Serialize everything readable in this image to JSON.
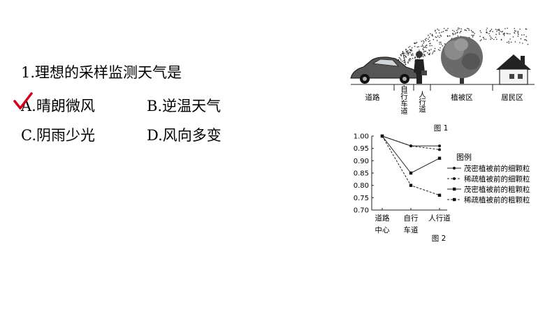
{
  "question": {
    "text": "1.理想的采样监测天气是",
    "options": {
      "A": "A.晴朗微风",
      "B": "B.逆温天气",
      "C": "C.阴雨少光",
      "D": "D.风向多变"
    },
    "marked_answer": "A"
  },
  "figure1": {
    "caption": "图 1",
    "zones": [
      {
        "label": "道路"
      },
      {
        "label": "自行车道"
      },
      {
        "label": "人行道"
      },
      {
        "label": "植被区"
      },
      {
        "label": "居民区"
      }
    ]
  },
  "chart_data": {
    "type": "line",
    "caption": "图 2",
    "title": "",
    "xlabel": "",
    "ylabel": "",
    "categories": [
      "道路中心",
      "自行车道",
      "人行道"
    ],
    "ylim": [
      0.7,
      1.0
    ],
    "yticks": [
      "1.00",
      "0.95",
      "0.90",
      "0.85",
      "0.80",
      "0.75",
      "0.70"
    ],
    "legend_title": "图例",
    "legend_position": "right",
    "series": [
      {
        "name": "茂密植被前的细颗粒",
        "values": [
          1.0,
          0.96,
          0.96
        ],
        "line": "solid",
        "marker": "dot"
      },
      {
        "name": "稀疏植被前的细颗粒",
        "values": [
          1.0,
          0.96,
          0.945
        ],
        "line": "dashed",
        "marker": "dot"
      },
      {
        "name": "茂密植被前的粗颗粒",
        "values": [
          1.0,
          0.85,
          0.91
        ],
        "line": "solid",
        "marker": "square"
      },
      {
        "name": "稀疏植被前的粗颗粒",
        "values": [
          1.0,
          0.8,
          0.76
        ],
        "line": "dashed",
        "marker": "square"
      }
    ]
  },
  "colors": {
    "check_mark": "#d0021b",
    "line": "#222222"
  }
}
